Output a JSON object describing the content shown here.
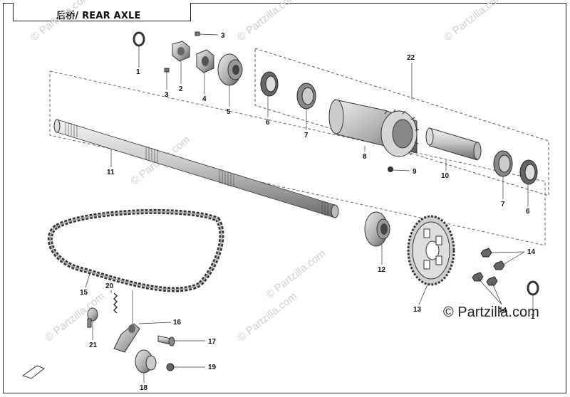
{
  "title": "后桥/ REAR AXLE",
  "watermark": "© Partzilla.com",
  "copyright": "© Partzilla.com",
  "callouts": {
    "c1a": "1",
    "c2": "2",
    "c3a": "3",
    "c3b": "3",
    "c4": "4",
    "c5": "5",
    "c6a": "6",
    "c7a": "7",
    "c8": "8",
    "c9": "9",
    "c10": "10",
    "c7b": "7",
    "c6b": "6",
    "c11": "11",
    "c12": "12",
    "c13": "13",
    "c14a": "14",
    "c14b": "14",
    "c1b": "1",
    "c15": "15",
    "c16": "16",
    "c17": "17",
    "c18": "18",
    "c19": "19",
    "c20": "20",
    "c21": "21",
    "c22": "22"
  }
}
